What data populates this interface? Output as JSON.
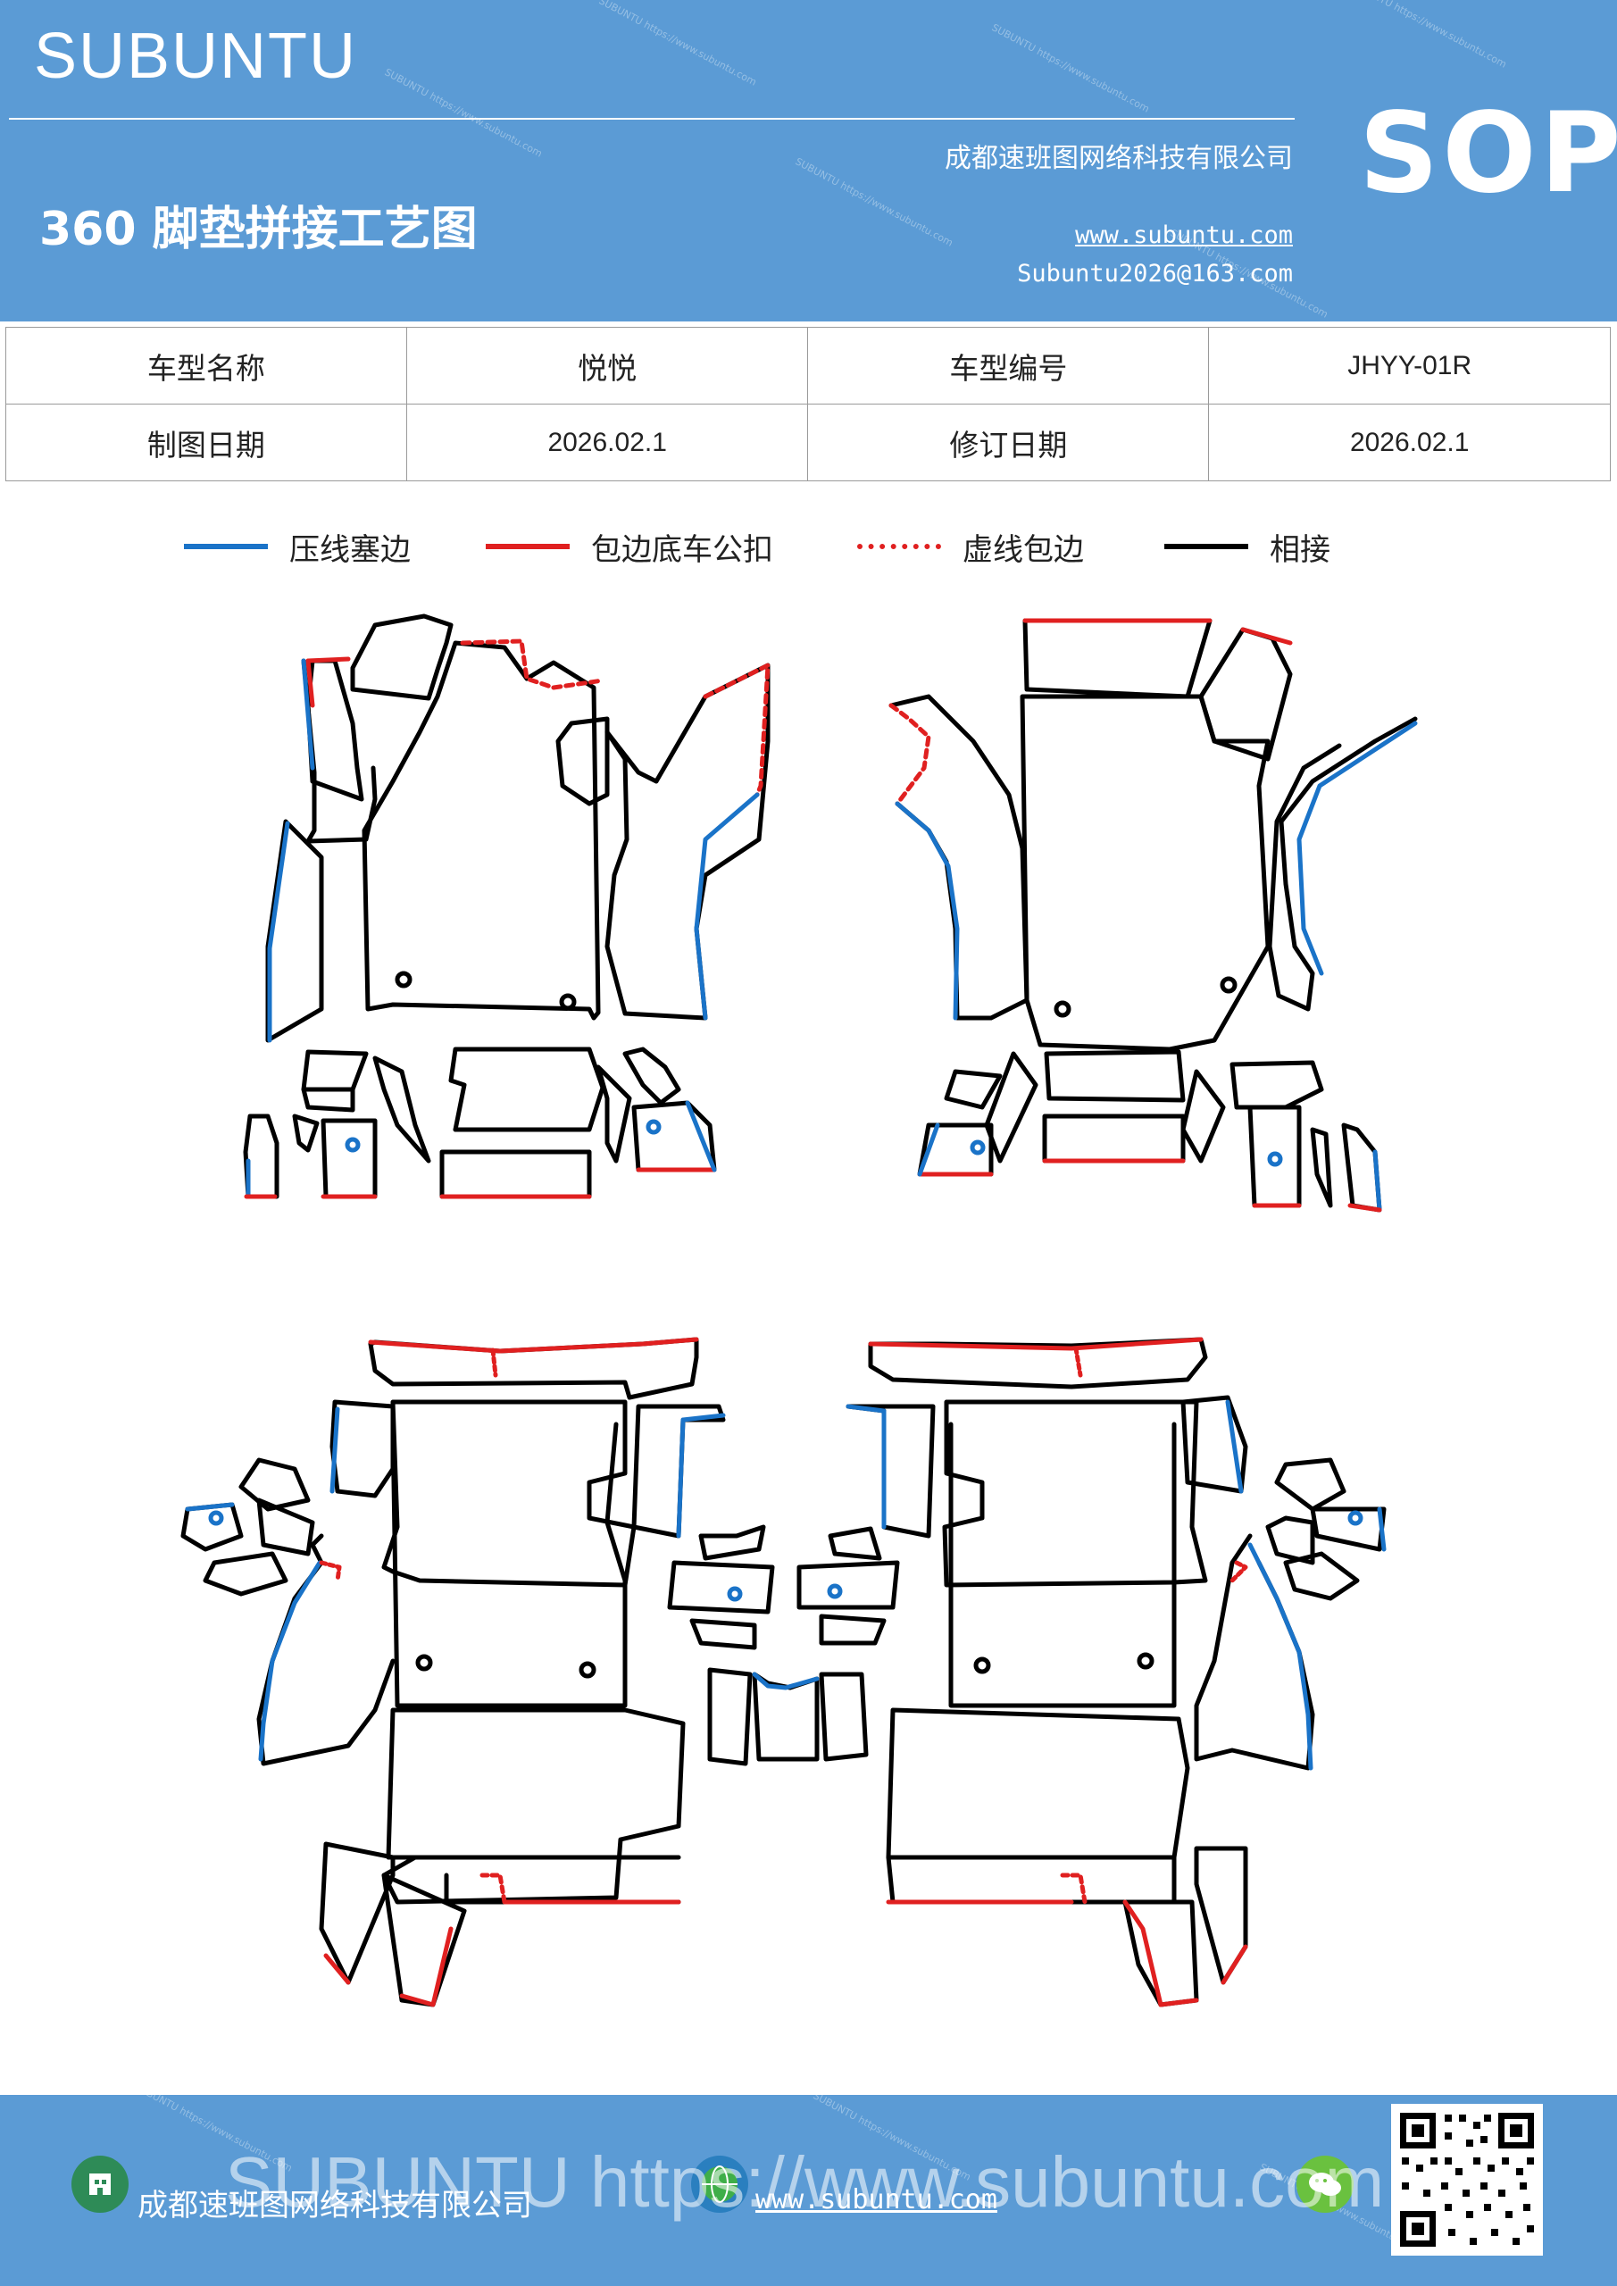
{
  "header": {
    "brand": "SUBUNTU",
    "title": "360 脚垫拼接工艺图",
    "company": "成都速班图网络科技有限公司",
    "website": "www.subuntu.com",
    "email": "Subuntu2026@163.com",
    "badge": "SOP"
  },
  "info": {
    "row1": [
      "车型名称",
      "悦悦",
      "车型编号",
      "JHYY-01R"
    ],
    "row2": [
      "制图日期",
      "2026.02.1",
      "修订日期",
      "2026.02.1"
    ]
  },
  "legend": [
    {
      "label": "压线塞边",
      "color": "#1a73c8",
      "style": "solid"
    },
    {
      "label": "包边底车公扣",
      "color": "#e02020",
      "style": "solid"
    },
    {
      "label": "虚线包边",
      "color": "#e02020",
      "style": "dotted"
    },
    {
      "label": "相接",
      "color": "#000000",
      "style": "solid"
    }
  ],
  "footer": {
    "company": "成都速班图网络科技有限公司",
    "website": "www.subuntu.com",
    "watermark": "SUBUNTU https://www.subuntu.com"
  },
  "colors": {
    "brand_blue": "#5b9bd5",
    "blue_edge": "#1a73c8",
    "red_edge": "#e02020"
  }
}
